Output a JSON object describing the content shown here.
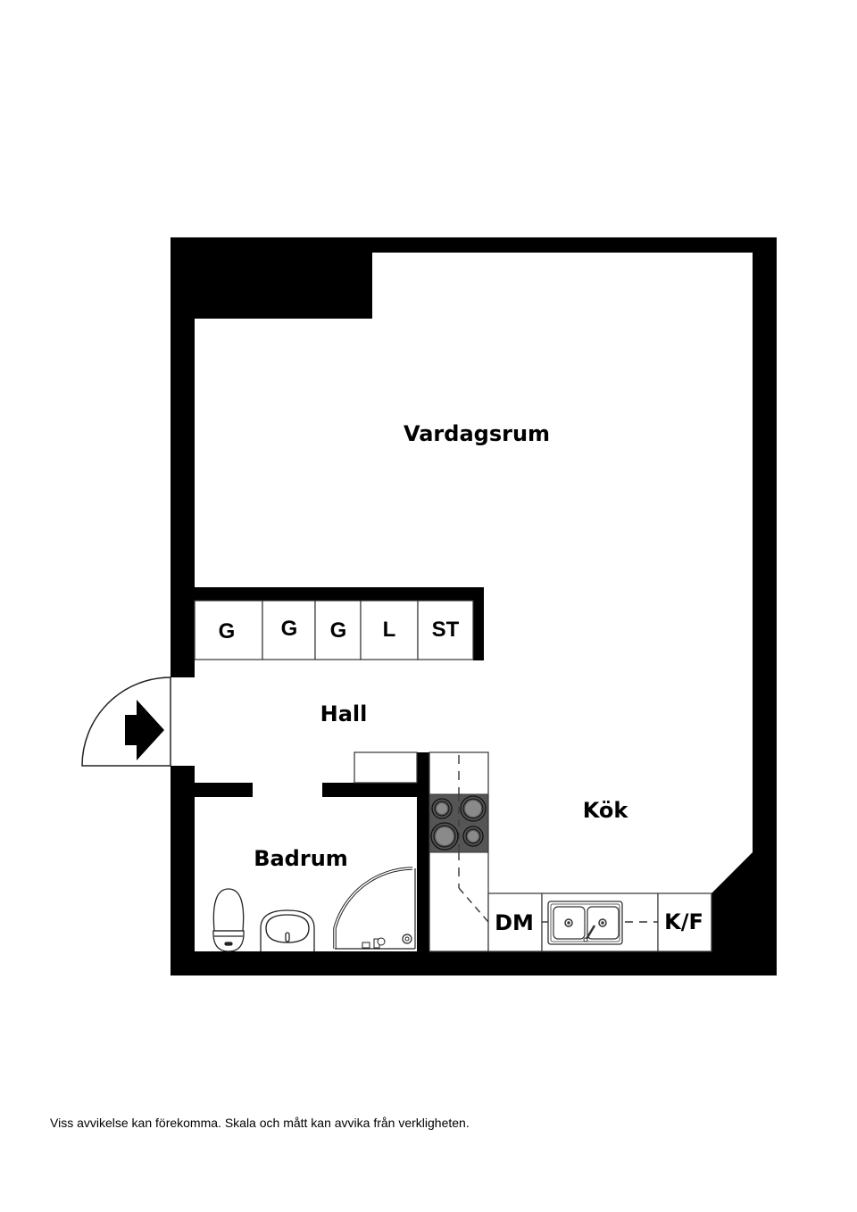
{
  "rooms": {
    "living_room": "Vardagsrum",
    "hall": "Hall",
    "bathroom": "Badrum",
    "kitchen": "Kök"
  },
  "closets": [
    {
      "label": "G"
    },
    {
      "label": "G"
    },
    {
      "label": "G"
    },
    {
      "label": "L"
    },
    {
      "label": "ST"
    }
  ],
  "appliances": {
    "dishwasher": "DM",
    "fridge_freezer": "K/F"
  },
  "icons": {
    "entrance": "entrance-arrow-icon",
    "stove": "stove-icon",
    "sink": "kitchen-sink-icon",
    "toilet": "toilet-icon",
    "washbasin": "washbasin-icon",
    "shower": "shower-icon"
  },
  "colors": {
    "wall": "#000000",
    "background": "#ffffff",
    "stove": "#555555",
    "burner": "#8a8a8a"
  },
  "disclaimer": "Viss avvikelse kan förekomma. Skala och mått kan avvika från verkligheten."
}
